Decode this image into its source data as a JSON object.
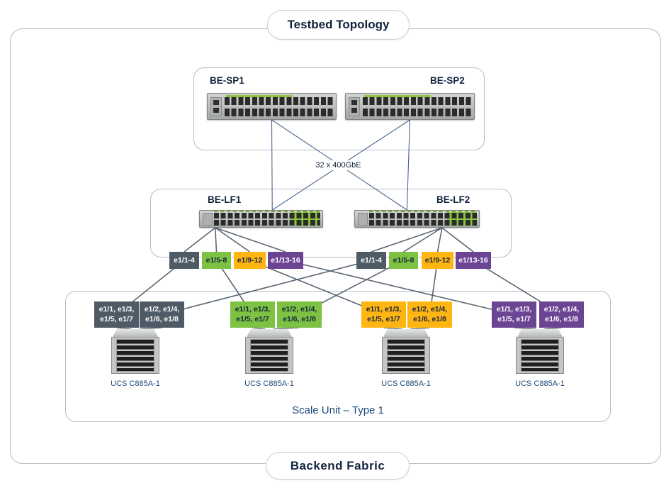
{
  "palette": {
    "navy": "#14233f",
    "blue_text": "#1b4b7c",
    "white": "#ffffff",
    "slate": "#4e5a66",
    "green": "#7dc242",
    "orange": "#ffb612",
    "purple": "#6b4494",
    "line": "#5a6672",
    "spine_line": "#4a6690",
    "box_border": "#b6bcc2",
    "accent_green": "#8bc53f"
  },
  "header": {
    "title": "Testbed Topology"
  },
  "footer": {
    "label": "Backend Fabric"
  },
  "interconnect": {
    "label": "32 x 400GbE"
  },
  "spine_group": {
    "switches": [
      {
        "name": "BE-SP1"
      },
      {
        "name": "BE-SP2"
      }
    ]
  },
  "leaf_group": {
    "switches": [
      {
        "name": "BE-LF1"
      },
      {
        "name": "BE-LF2"
      }
    ],
    "lf1_ports": [
      {
        "label": "e1/1-4",
        "bg": "slate",
        "fg": "white"
      },
      {
        "label": "e1/5-8",
        "bg": "green",
        "fg": "navy"
      },
      {
        "label": "e1/9-12",
        "bg": "orange",
        "fg": "navy"
      },
      {
        "label": "e1/13-16",
        "bg": "purple",
        "fg": "white"
      }
    ],
    "lf2_ports": [
      {
        "label": "e1/1-4",
        "bg": "slate",
        "fg": "white"
      },
      {
        "label": "e1/5-8",
        "bg": "green",
        "fg": "navy"
      },
      {
        "label": "e1/9-12",
        "bg": "orange",
        "fg": "navy"
      },
      {
        "label": "e1/13-16",
        "bg": "purple",
        "fg": "white"
      }
    ]
  },
  "scale_unit": {
    "label": "Scale Unit – Type 1",
    "servers": [
      {
        "name": "UCS C885A-1",
        "bg": "slate",
        "fg": "white",
        "odd_ports": {
          "line1": "e1/1, e1/3,",
          "line2": "e1/5, e1/7"
        },
        "even_ports": {
          "line1": "e1/2, e1/4,",
          "line2": "e1/6, e1/8"
        }
      },
      {
        "name": "UCS C885A-1",
        "bg": "green",
        "fg": "navy",
        "odd_ports": {
          "line1": "e1/1, e1/3,",
          "line2": "e1/5, e1/7"
        },
        "even_ports": {
          "line1": "e1/2, e1/4,",
          "line2": "e1/6, e1/8"
        }
      },
      {
        "name": "UCS C885A-1",
        "bg": "orange",
        "fg": "navy",
        "odd_ports": {
          "line1": "e1/1, e1/3,",
          "line2": "e1/5, e1/7"
        },
        "even_ports": {
          "line1": "e1/2, e1/4,",
          "line2": "e1/6, e1/8"
        }
      },
      {
        "name": "UCS C885A-1",
        "bg": "purple",
        "fg": "white",
        "odd_ports": {
          "line1": "e1/1, e1/3,",
          "line2": "e1/5, e1/7"
        },
        "even_ports": {
          "line1": "e1/2, e1/4,",
          "line2": "e1/6, e1/8"
        }
      }
    ]
  },
  "edges": [
    {
      "from": "switch-be-sp1",
      "fa": "bottom@0.50",
      "to": "switch-be-lf1",
      "ta": "top@0.59",
      "cls": "spine"
    },
    {
      "from": "switch-be-sp1",
      "fa": "bottom@0.50",
      "to": "switch-be-lf2",
      "ta": "top@0.42",
      "cls": "spine"
    },
    {
      "from": "switch-be-sp2",
      "fa": "bottom@0.50",
      "to": "switch-be-lf2",
      "ta": "top@0.42",
      "cls": "spine"
    },
    {
      "from": "switch-be-sp2",
      "fa": "bottom@0.50",
      "to": "switch-be-lf1",
      "ta": "top@0.59",
      "cls": "spine"
    },
    {
      "from": "switch-be-lf1",
      "fa": "bottom@0.13",
      "to": "lf1-port-label-0",
      "ta": "top@0.5",
      "cls": "fabric"
    },
    {
      "from": "switch-be-lf1",
      "fa": "bottom@0.13",
      "to": "lf1-port-label-1",
      "ta": "top@0.5",
      "cls": "fabric"
    },
    {
      "from": "switch-be-lf1",
      "fa": "bottom@0.13",
      "to": "lf1-port-label-2",
      "ta": "top@0.5",
      "cls": "fabric"
    },
    {
      "from": "switch-be-lf1",
      "fa": "bottom@0.13",
      "to": "lf1-port-label-3",
      "ta": "top@0.5",
      "cls": "fabric"
    },
    {
      "from": "switch-be-lf2",
      "fa": "bottom@0.70",
      "to": "lf2-port-label-0",
      "ta": "top@0.5",
      "cls": "fabric"
    },
    {
      "from": "switch-be-lf2",
      "fa": "bottom@0.70",
      "to": "lf2-port-label-1",
      "ta": "top@0.5",
      "cls": "fabric"
    },
    {
      "from": "switch-be-lf2",
      "fa": "bottom@0.70",
      "to": "lf2-port-label-2",
      "ta": "top@0.5",
      "cls": "fabric"
    },
    {
      "from": "switch-be-lf2",
      "fa": "bottom@0.70",
      "to": "lf2-port-label-3",
      "ta": "top@0.5",
      "cls": "fabric"
    },
    {
      "from": "lf1-port-label-0",
      "fa": "center",
      "to": "server-0-odd-label",
      "ta": "center",
      "cls": "fabric"
    },
    {
      "from": "lf1-port-label-1",
      "fa": "center",
      "to": "server-1-odd-label",
      "ta": "center",
      "cls": "fabric"
    },
    {
      "from": "lf1-port-label-2",
      "fa": "center",
      "to": "server-2-odd-label",
      "ta": "center",
      "cls": "fabric"
    },
    {
      "from": "lf1-port-label-3",
      "fa": "center",
      "to": "server-3-odd-label",
      "ta": "center",
      "cls": "fabric"
    },
    {
      "from": "lf2-port-label-0",
      "fa": "center",
      "to": "server-0-even-label",
      "ta": "center",
      "cls": "fabric"
    },
    {
      "from": "lf2-port-label-1",
      "fa": "center",
      "to": "server-1-even-label",
      "ta": "center",
      "cls": "fabric"
    },
    {
      "from": "lf2-port-label-2",
      "fa": "center",
      "to": "server-2-even-label",
      "ta": "center",
      "cls": "fabric"
    },
    {
      "from": "lf2-port-label-3",
      "fa": "center",
      "to": "server-3-even-label",
      "ta": "center",
      "cls": "fabric"
    },
    {
      "from": "server-0-odd-label",
      "fa": "bottom@0.5",
      "to": "server-0-chassis",
      "ta": "top@0.42",
      "cls": "conn"
    },
    {
      "from": "server-0-even-label",
      "fa": "bottom@0.5",
      "to": "server-0-chassis",
      "ta": "top@0.58",
      "cls": "conn"
    },
    {
      "from": "server-1-odd-label",
      "fa": "bottom@0.5",
      "to": "server-1-chassis",
      "ta": "top@0.42",
      "cls": "conn"
    },
    {
      "from": "server-1-even-label",
      "fa": "bottom@0.5",
      "to": "server-1-chassis",
      "ta": "top@0.58",
      "cls": "conn"
    },
    {
      "from": "server-2-odd-label",
      "fa": "bottom@0.5",
      "to": "server-2-chassis",
      "ta": "top@0.42",
      "cls": "conn"
    },
    {
      "from": "server-2-even-label",
      "fa": "bottom@0.5",
      "to": "server-2-chassis",
      "ta": "top@0.58",
      "cls": "conn"
    },
    {
      "from": "server-3-odd-label",
      "fa": "bottom@0.5",
      "to": "server-3-chassis",
      "ta": "top@0.42",
      "cls": "conn"
    },
    {
      "from": "server-3-even-label",
      "fa": "bottom@0.5",
      "to": "server-3-chassis",
      "ta": "top@0.58",
      "cls": "conn"
    }
  ]
}
